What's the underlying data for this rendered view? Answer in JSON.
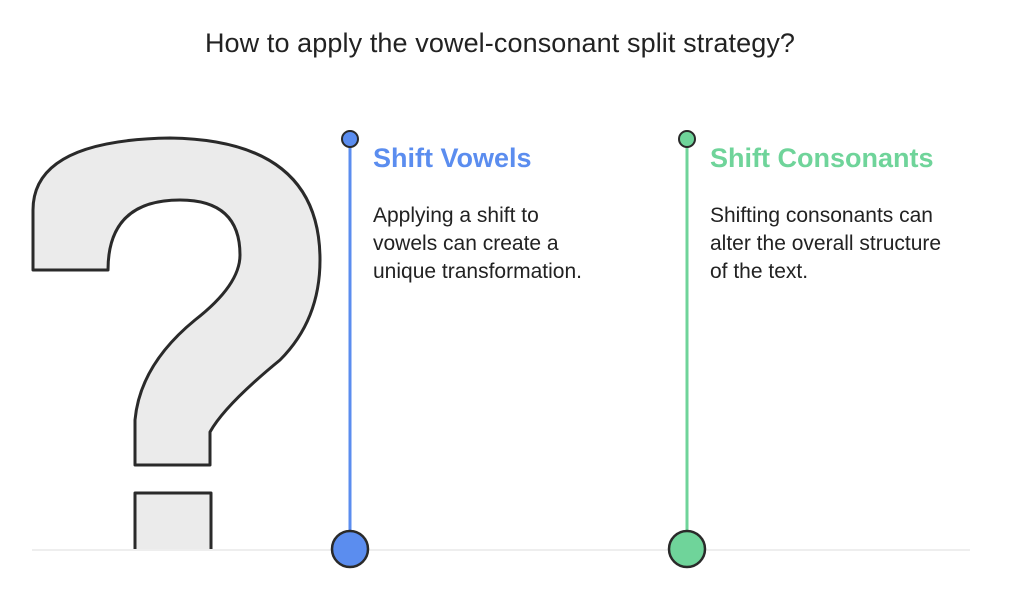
{
  "title": "How to apply the vowel-consonant split strategy?",
  "icon": "question-mark-icon",
  "colors": {
    "blue": "#5b8def",
    "green": "#6fd49a",
    "question_fill": "#ebebeb",
    "question_stroke": "#2a2a2a"
  },
  "items": [
    {
      "heading": "Shift Vowels",
      "description": "Applying a shift to\nvowels can create a\nunique transformation.",
      "color": "#5b8def"
    },
    {
      "heading": "Shift Consonants",
      "description": "Shifting consonants can\nalter the overall structure\nof the text.",
      "color": "#6fd49a"
    }
  ]
}
